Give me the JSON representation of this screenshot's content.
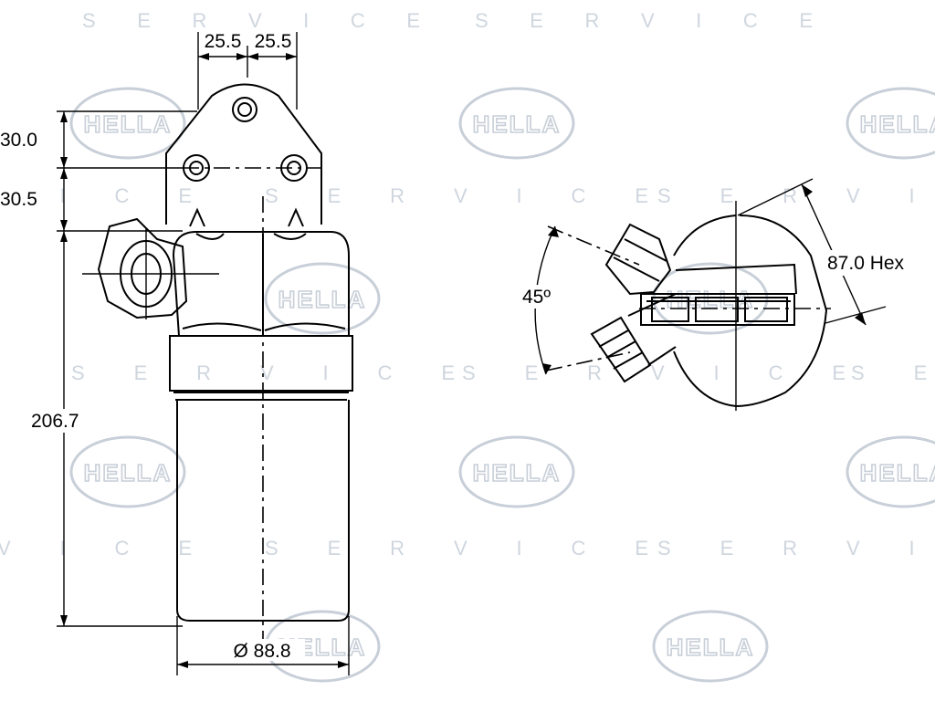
{
  "watermark": {
    "logo_text": "HELLA",
    "service_text": "S E R V I C E"
  },
  "dimensions": {
    "width_left": "25.5",
    "width_right": "25.5",
    "height_top": "30.0",
    "height_mid": "30.5",
    "height_total": "206.7",
    "diameter": "Ø 88.8",
    "hex": "87.0 Hex",
    "angle": "45º"
  }
}
